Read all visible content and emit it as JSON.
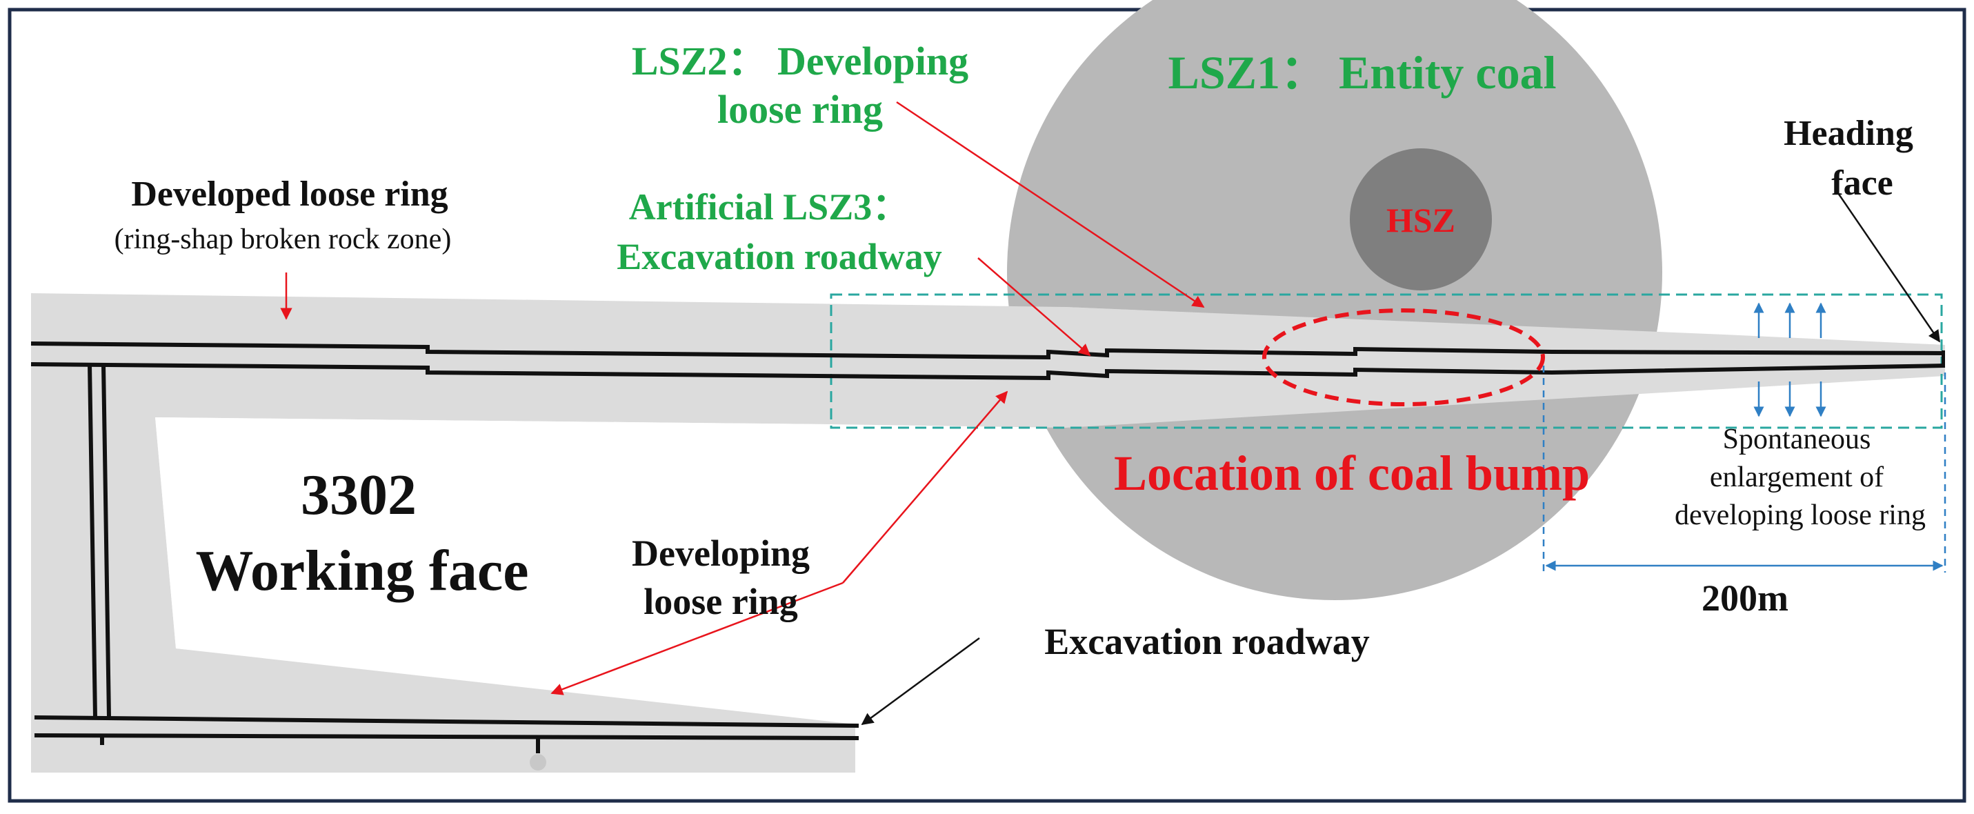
{
  "labels": {
    "lsz2_line1": "LSZ2： Developing",
    "lsz2_line2": "loose ring",
    "lsz1": "LSZ1： Entity  coal",
    "heading_line1": "Heading",
    "heading_line2": "face",
    "developed_title": "Developed loose ring",
    "developed_sub": "(ring-shap broken rock zone)",
    "lsz3_line1": "Artificial LSZ3：",
    "lsz3_line2": "Excavation roadway",
    "hsz": "HSZ",
    "coal_bump": "Location of coal bump",
    "working_face_line1": "3302",
    "working_face_line2": "Working face",
    "developing_line1": "Developing",
    "developing_line2": "loose ring",
    "excavation_roadway": "Excavation roadway",
    "spont_line1": "Spontaneous",
    "spont_line2": "enlargement of",
    "spont_line3": "developing loose ring",
    "dimension": "200m"
  },
  "colors": {
    "frame": "#1f2d4a",
    "loose_zone": "#dcdcdc",
    "entity_coal": "#b8b8b8",
    "hsz": "#7f7f7f",
    "green_text": "#1fa84a",
    "red": "#e8141c",
    "teal_dash": "#2aa7a0",
    "blue_dim": "#2f7fc4"
  }
}
